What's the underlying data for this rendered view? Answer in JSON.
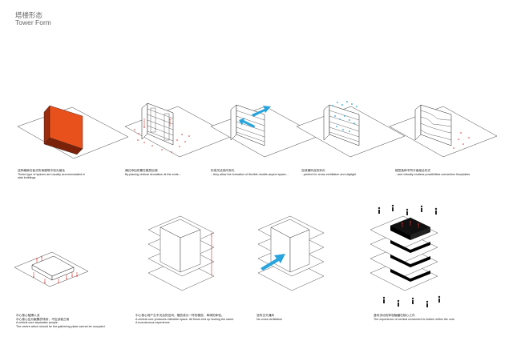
{
  "header": {
    "title_cn": "塔楼形态",
    "title_en": "Tower Form"
  },
  "row1": [
    {
      "cn": "这种格局在者式布局建筑中较为普及",
      "en": "These type of spaces are usually accommodated in\nslab buildings"
    },
    {
      "cn": "通过添加布置在楼层后端",
      "en": "By placing vertical circulation at the ends..."
    },
    {
      "cn": "形成灵活双向采光",
      "en": "...they allow the formation of flexible double-aspect space..."
    },
    {
      "cn": "自然通风自然采光",
      "en": "...perfect for cross-ventilation and daylight"
    },
    {
      "cn": "楼层各种不同平面组合形式",
      "en": "...and virtually endless possibilities connection floorplates"
    }
  ],
  "row2": [
    {
      "cn": "中心核心阻隔人流\n中心核心应为聚集的场所，不应该被占用",
      "en": "A central core separates people.\nThe centre which should be the gathering place cannot be occupied."
    },
    {
      "cn": "中心核心将产生不灵活的空间。楼层成为一样的楼层，单调的体验。",
      "en": "A central core produces inflexible space. All floors end up looking the same.\nA monotonous experience"
    },
    {
      "cn": "没有交叉通风",
      "en": "No cross ventilation"
    },
    {
      "cn": "竖向流动的体验隐藏在核心之内",
      "en": "The experience of vertical movement is hidden within the core"
    }
  ]
}
